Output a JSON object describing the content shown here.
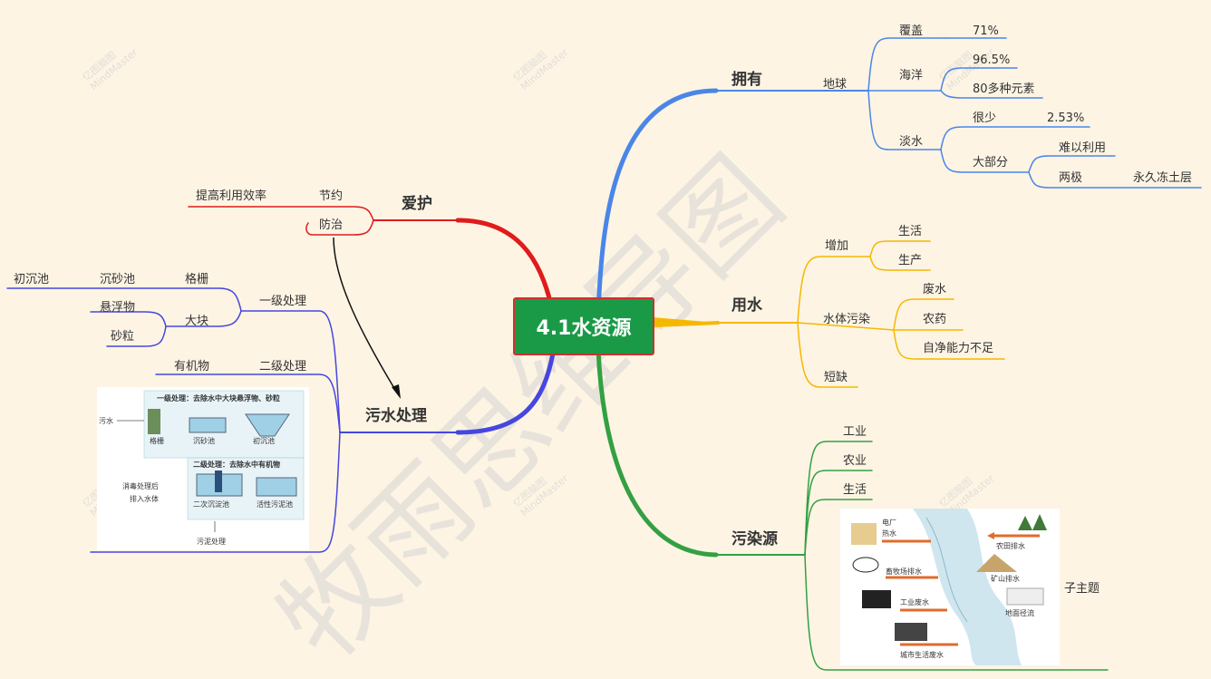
{
  "root": {
    "title": "4.1水资源"
  },
  "branches": {
    "yongyou": {
      "label": "拥有",
      "diqiu": "地球",
      "fugai": "覆盖",
      "fugai_val": "71%",
      "haiyang": "海洋",
      "haiyang_val": "96.5%",
      "haiyang_elem": "80多种元素",
      "danshui": "淡水",
      "henshao": "很少",
      "henshao_val": "2.53%",
      "dabufen": "大部分",
      "nanyi": "难以利用",
      "liangji": "两极",
      "dongtu": "永久冻土层"
    },
    "yongshui": {
      "label": "用水",
      "zengjia": "增加",
      "shenghuo": "生活",
      "shengchan": "生产",
      "wuran": "水体污染",
      "feishui": "废水",
      "nongyao": "农药",
      "zijing": "自净能力不足",
      "duanque": "短缺"
    },
    "wuranyuan": {
      "label": "污染源",
      "gongye": "工业",
      "nongye": "农业",
      "shenghuo": "生活",
      "zizhuti": "子主题"
    },
    "aihu": {
      "label": "爱护",
      "jieyue": "节约",
      "tigao": "提高利用效率",
      "fangzhi": "防治"
    },
    "wushui": {
      "label": "污水处理",
      "yiji": "一级处理",
      "gezha": "格栅",
      "shensha": "沉砂池",
      "chuchen": "初沉池",
      "dakuai": "大块",
      "xuanfu": "悬浮物",
      "shali": "砂粒",
      "erji": "二级处理",
      "youji": "有机物"
    }
  },
  "images": {
    "sewage": {
      "t1": "一级处理：去除水中大块悬浮物、砂粒",
      "wushui": "污水",
      "gezha": "格栅",
      "shensha": "沉砂池",
      "chuchen": "初沉池",
      "t2": "二级处理：去除水中有机物",
      "xiaodu": "消毒处理后",
      "pairu": "排入水体",
      "erci": "二次沉淀池",
      "huoxing": "活性污泥池",
      "wuni": "污泥处理"
    },
    "pollution": {
      "dianchang": "电厂",
      "reshui": "热水",
      "nongtian": "农田排水",
      "xumu": "畜牧场排水",
      "kuangshan": "矿山排水",
      "gongye": "工业废水",
      "dimian": "地面径流",
      "chengshi": "城市生活废水"
    }
  },
  "watermark": {
    "text": "牧雨思维导图",
    "brand_cn": "亿图脑图",
    "brand_en": "MindMaster"
  },
  "colors": {
    "blue": "#4a86e8",
    "yellow": "#f5b800",
    "green": "#33a043",
    "red": "#e01b1b",
    "indigo": "#4646e0",
    "root": "#1a9a47"
  }
}
